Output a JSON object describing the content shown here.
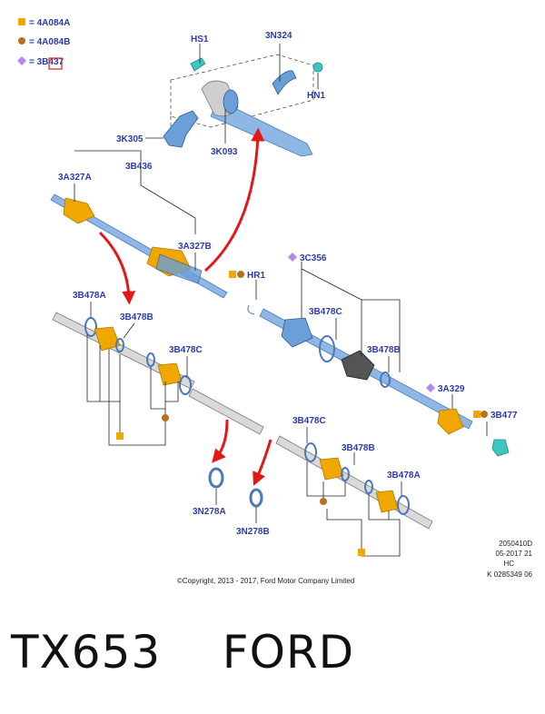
{
  "legend": [
    {
      "symbol": "square",
      "text": "= 4A084A",
      "color": "#f0a800"
    },
    {
      "symbol": "circle",
      "text": "= 4A084B",
      "color": "#b8701e"
    },
    {
      "symbol": "diamond",
      "text": "= 3B437",
      "color": "#b58ae6"
    }
  ],
  "part_labels": {
    "hs1": "HS1",
    "n3n324": "3N324",
    "hn1": "HN1",
    "k3k305": "3K305",
    "k3k093": "3K093",
    "a3a327a": "3A327A",
    "b3b436": "3B436",
    "a3a327b": "3A327B",
    "hr1": "HR1",
    "c3c356": "3C356",
    "b478a_left": "3B478A",
    "b478b_left": "3B478B",
    "b478c_left": "3B478C",
    "b478c_mid": "3B478C",
    "b478b_right": "3B478B",
    "a3a329": "3A329",
    "b3b477": "3B477",
    "b478c_lower": "3B478C",
    "b478b_lower": "3B478B",
    "b478a_lower": "3B478A",
    "n278a": "3N278A",
    "n278b": "3N278B"
  },
  "info_block": [
    "2050410D",
    "05-2017 21",
    "HC",
    "K 0285349 06"
  ],
  "copyright": "©Copyright, 2013 - 2017, Ford Motor Company Limited",
  "footer_text": "TX653    FORD",
  "colors": {
    "label_blue": "#2d3aa8",
    "part_blue": "#6a9fd8",
    "boot_orange": "#f0a800",
    "bolt_cyan": "#3cc8c0",
    "arrow_red": "#e01818",
    "housing_gray": "#cfcfcf",
    "boot_black": "#555555"
  }
}
